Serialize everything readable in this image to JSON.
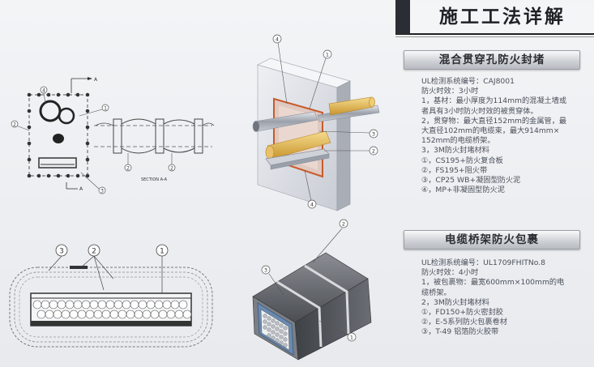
{
  "title": "施工工法详解",
  "section1": {
    "heading": "混合贯穿孔防火封堵",
    "lines": [
      "UL检测系统编号：CAJ8001",
      "防火时效：3小时",
      "1，基材：最小厚度为114mm的混凝土墙或",
      "者具有3小时防火时效的被贯穿体。",
      "2，贯穿物：最大直径152mm的金属管，最",
      "大直径102mm的电缆束，最大914mm×",
      "152mm的电缆桥架。",
      "3，3M防火封堵材料",
      "①，CS195+防火复合板",
      "②，FS195+阻火带",
      "③，CP25 WB+凝固型防火泥",
      "④，MP+非凝固型防火泥"
    ]
  },
  "section2": {
    "heading": "电缆桥架防火包裹",
    "lines": [
      "UL检测系统编号：UL1709FHITNo.8",
      "防火时效：4小时",
      "1，被包裹物：最宽600mm×100mm的电",
      "缆桥架。",
      "2，3M防火封堵材料",
      "①，FD150+防火密封胶",
      "②，E-5系列防火包裹卷材",
      "③，T-49 铝箔防火胶带"
    ]
  },
  "drawing1": {
    "section_label": "SECTION A-A",
    "marker": "A",
    "callouts": [
      "1",
      "2",
      "3",
      "4"
    ]
  },
  "drawing2": {
    "callouts": [
      "4",
      "1",
      "2",
      "3",
      "4"
    ]
  },
  "drawing3": {
    "callouts": [
      "3",
      "2",
      "1"
    ]
  },
  "drawing4": {
    "callouts": [
      "3",
      "2",
      "1"
    ]
  },
  "colors": {
    "title_bar": "#2a2d33",
    "wall": "#dcdfe6",
    "board": "#c85a2a",
    "cable_copper": "#e8c16a",
    "pipe": "#b8bcc4",
    "wrap_dark": "#4a4d52",
    "tray_blue": "#6a8ab0"
  }
}
